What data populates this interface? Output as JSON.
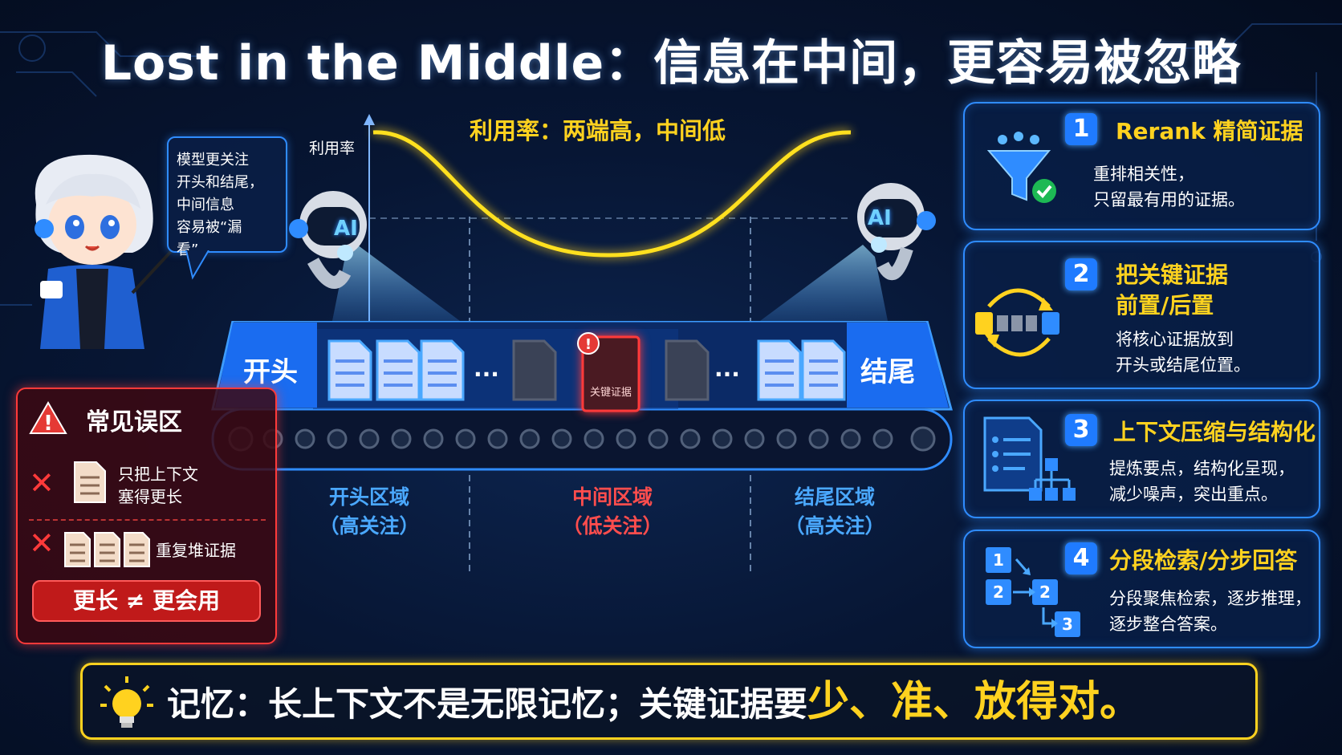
{
  "title": "Lost in the Middle：信息在中间，更容易被忽略",
  "chart": {
    "ylabel": "利用率",
    "caption": "利用率：两端高，中间低"
  },
  "bubble": {
    "lines": [
      "模型更关注",
      "开头和结尾，",
      "中间信息",
      "容易被“漏看”。"
    ]
  },
  "robots": {
    "left_label": "AI",
    "right_label": "AI"
  },
  "belt": {
    "start_label": "开头",
    "end_label": "结尾",
    "ellipsis": "···",
    "key_doc_label": "关键证据"
  },
  "regions": {
    "start": {
      "line1": "开头区域",
      "line2": "（高关注）",
      "color": "#4aa8ff"
    },
    "middle": {
      "line1": "中间区域",
      "line2": "（低关注）",
      "color": "#ff4d4d"
    },
    "end": {
      "line1": "结尾区域",
      "line2": "（高关注）",
      "color": "#4aa8ff"
    }
  },
  "misconceptions": {
    "title": "常见误区",
    "item1": "只把上下文\n塞得更长",
    "item1_a": "只把上下文",
    "item1_b": "塞得更长",
    "item2": "重复堆证据",
    "footer": "更长 ≠ 更会用"
  },
  "tips": [
    {
      "num": "1",
      "title": "Rerank 精简证据",
      "desc1": "重排相关性，",
      "desc2": "只留最有用的证据。"
    },
    {
      "num": "2",
      "title1": "把关键证据",
      "title2": "前置/后置",
      "desc1": "将核心证据放到",
      "desc2": "开头或结尾位置。"
    },
    {
      "num": "3",
      "title": "上下文压缩与结构化",
      "desc1": "提炼要点，结构化呈现，",
      "desc2": "减少噪声，突出重点。"
    },
    {
      "num": "4",
      "title": "分段检索/分步回答",
      "desc1": "分段聚焦检索，逐步推理，",
      "desc2": "逐步整合答案。"
    }
  ],
  "steps": {
    "a": "1",
    "b": "2",
    "c": "2",
    "d": "3"
  },
  "bottom": {
    "prefix": "记忆：长上下文不是无限记忆；关键证据要",
    "highlight": "少、准、放得对。"
  },
  "colors": {
    "accent": "#2f8cff",
    "yellow": "#ffd21f",
    "red": "#ff3a3a"
  }
}
